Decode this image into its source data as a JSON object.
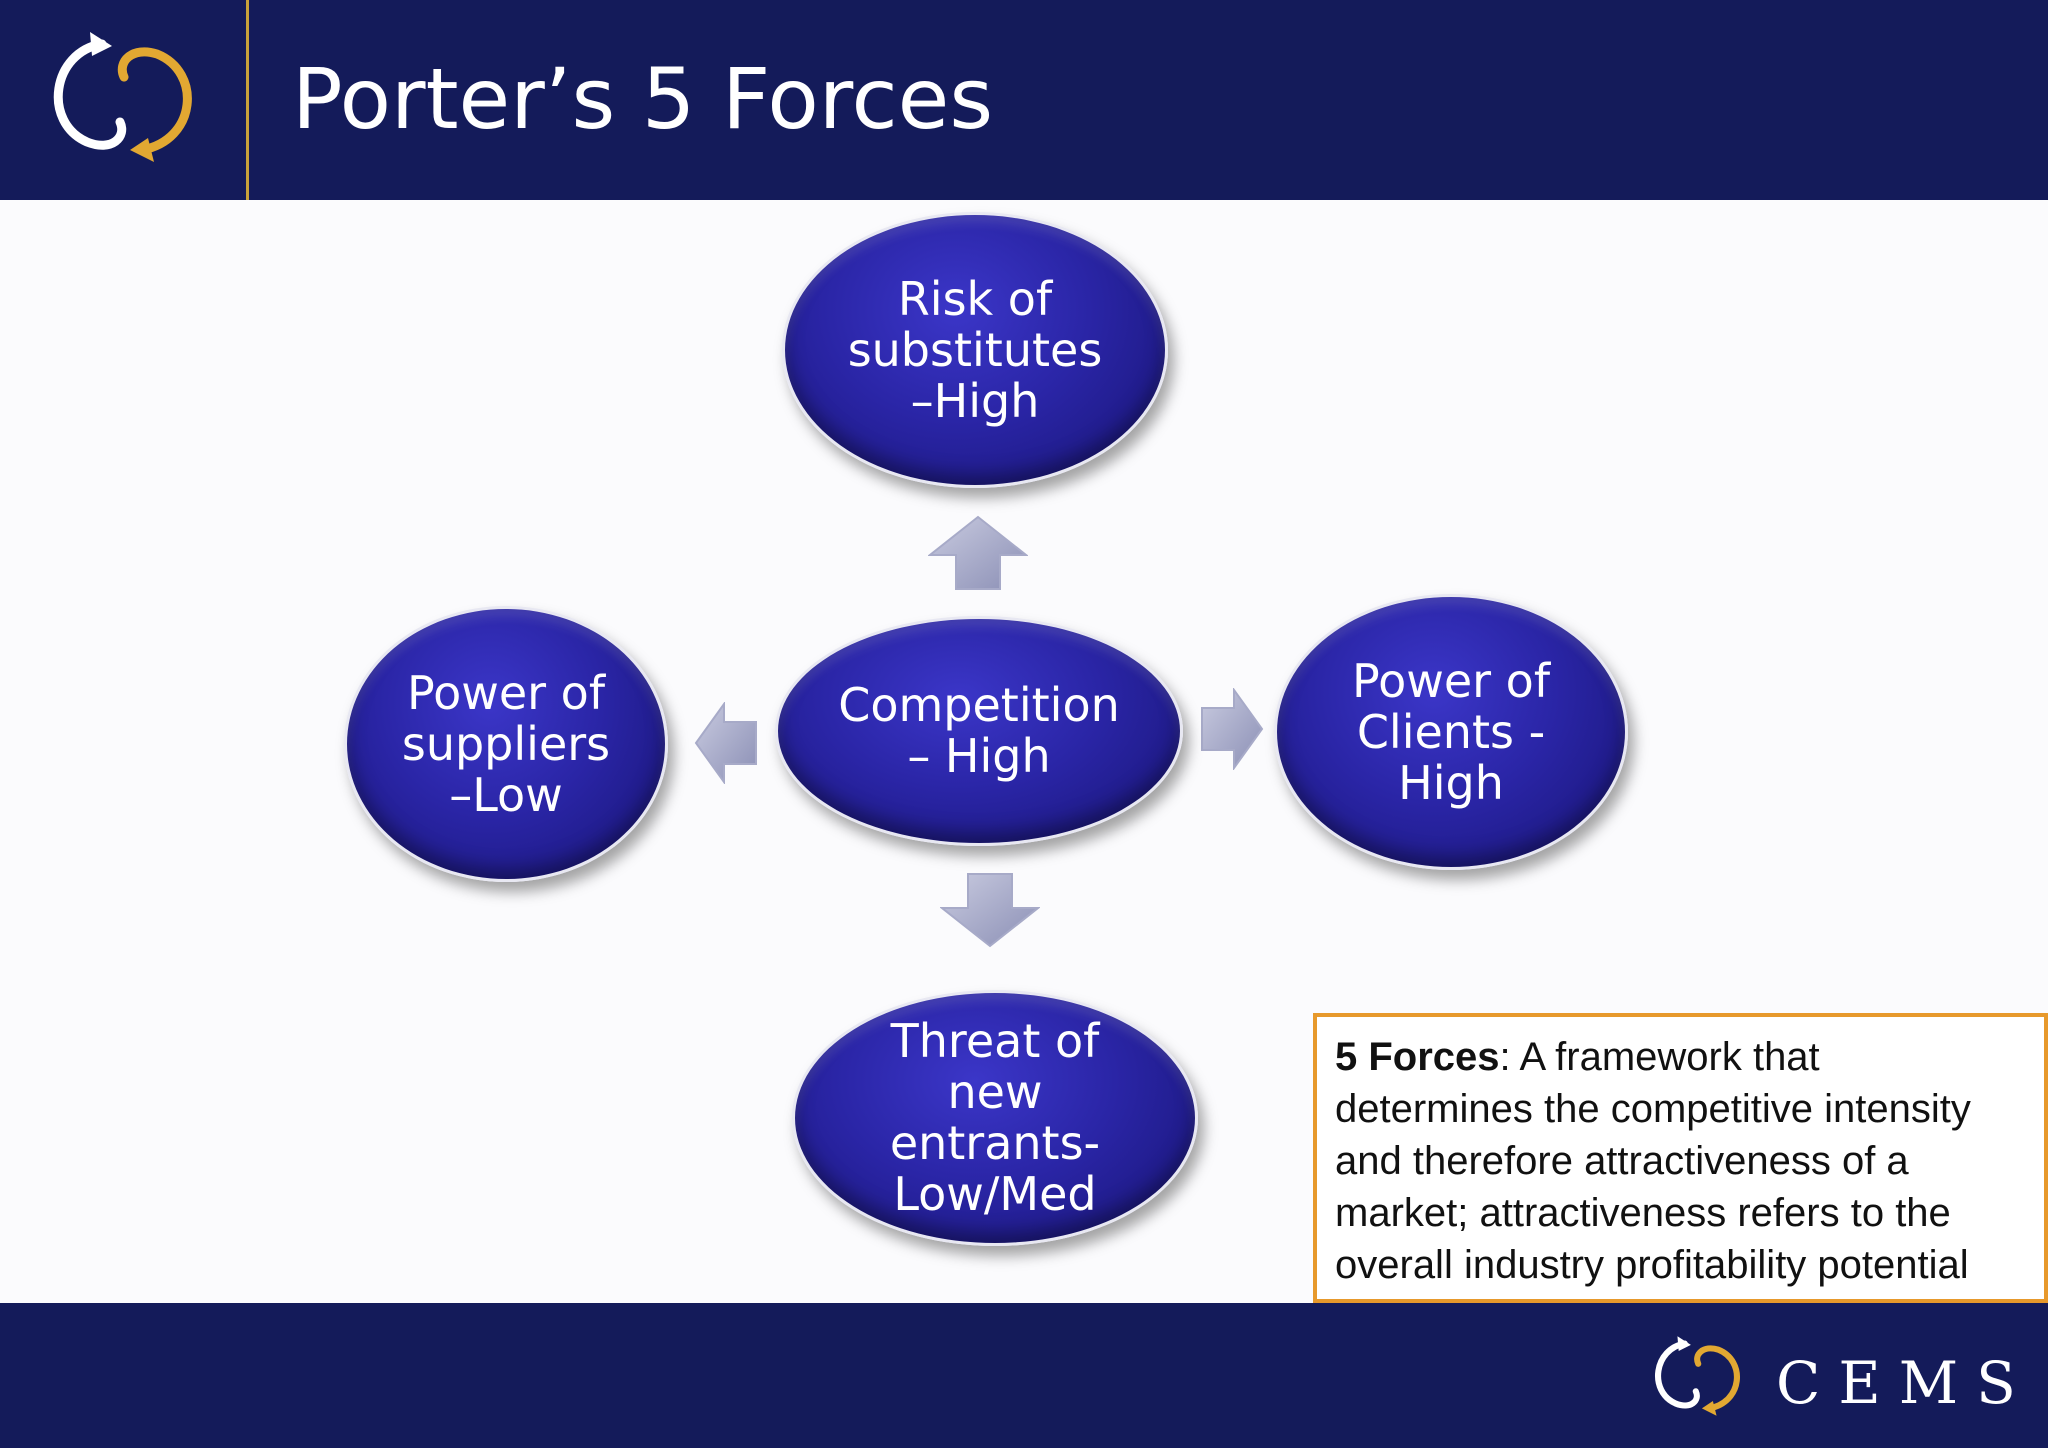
{
  "slide": {
    "title": "Porter’s 5 Forces",
    "brand": "CEMS"
  },
  "forces": {
    "center": "Competition\n– High",
    "top": "Risk of\nsubstitutes\n–High",
    "left": "Power of\nsuppliers\n–Low",
    "right": "Power of\nClients -\nHigh",
    "bottom": "Threat of\nnew\nentrants-\nLow/Med"
  },
  "definition": {
    "term": "5 Forces",
    "text": ": A framework that determines the competitive intensity and therefore attractiveness of a market; attractiveness refers to the overall industry profitability potential"
  },
  "colors": {
    "header_bg": "#141b5a",
    "accent_gold": "#c9a23b",
    "ellipse_fill": "#2a25a6",
    "box_border": "#e7992c"
  }
}
